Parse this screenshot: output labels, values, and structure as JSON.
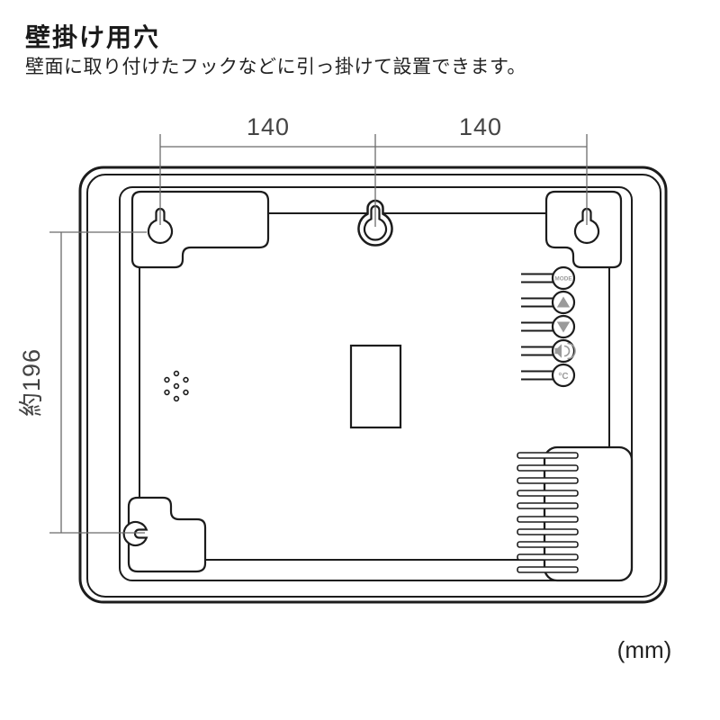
{
  "header": {
    "title": "壁掛け用穴",
    "subtitle": "壁面に取り付けたフックなどに引っ掛けて設置できます。"
  },
  "diagram": {
    "dimensions": {
      "top_left_span": "140",
      "top_right_span": "140",
      "left_span": "約196",
      "unit": "(mm)"
    },
    "buttons": [
      {
        "id": "mode",
        "label": "MODE"
      },
      {
        "id": "up",
        "icon": "triangle-up"
      },
      {
        "id": "down",
        "icon": "triangle-down"
      },
      {
        "id": "volume",
        "icon": "speaker-waves"
      },
      {
        "id": "temp",
        "label": "°C"
      }
    ],
    "features": {
      "keyholes": [
        "top-left",
        "top-center",
        "top-right",
        "bottom-left"
      ],
      "speaker_holes": 7,
      "vent_slits": 10
    }
  },
  "colors": {
    "outline": "#1c1c1c",
    "dimension_line": "#6b6b6b",
    "button_glyph": "#9a9a9a",
    "background": "#ffffff"
  }
}
